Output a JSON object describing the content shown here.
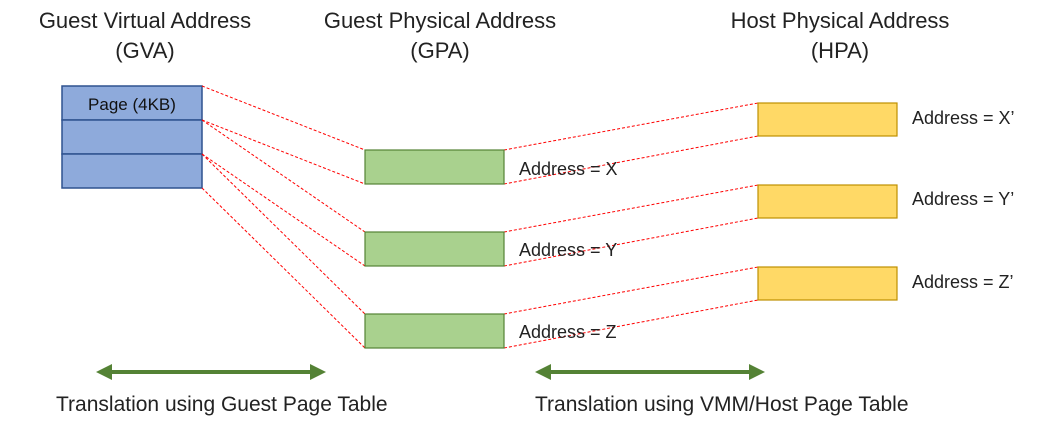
{
  "columns": {
    "gva": {
      "line1": "Guest Virtual Address",
      "line2": "(GVA)"
    },
    "gpa": {
      "line1": "Guest Physical Address",
      "line2": "(GPA)"
    },
    "hpa": {
      "line1": "Host Physical Address",
      "line2": "(HPA)"
    }
  },
  "gva_page_label": "Page (4KB)",
  "gpa_addresses": [
    "Address = X",
    "Address = Y",
    "Address = Z"
  ],
  "hpa_addresses": [
    "Address = X’",
    "Address = Y’",
    "Address = Z’"
  ],
  "captions": {
    "guest": "Translation using Guest Page Table",
    "host": "Translation using VMM/Host Page Table"
  },
  "colors": {
    "gva_fill": "#8eaadb",
    "gpa_fill": "#a9d18e",
    "hpa_fill": "#ffd966",
    "mapping_line": "#ff0000",
    "arrow": "#548235"
  }
}
